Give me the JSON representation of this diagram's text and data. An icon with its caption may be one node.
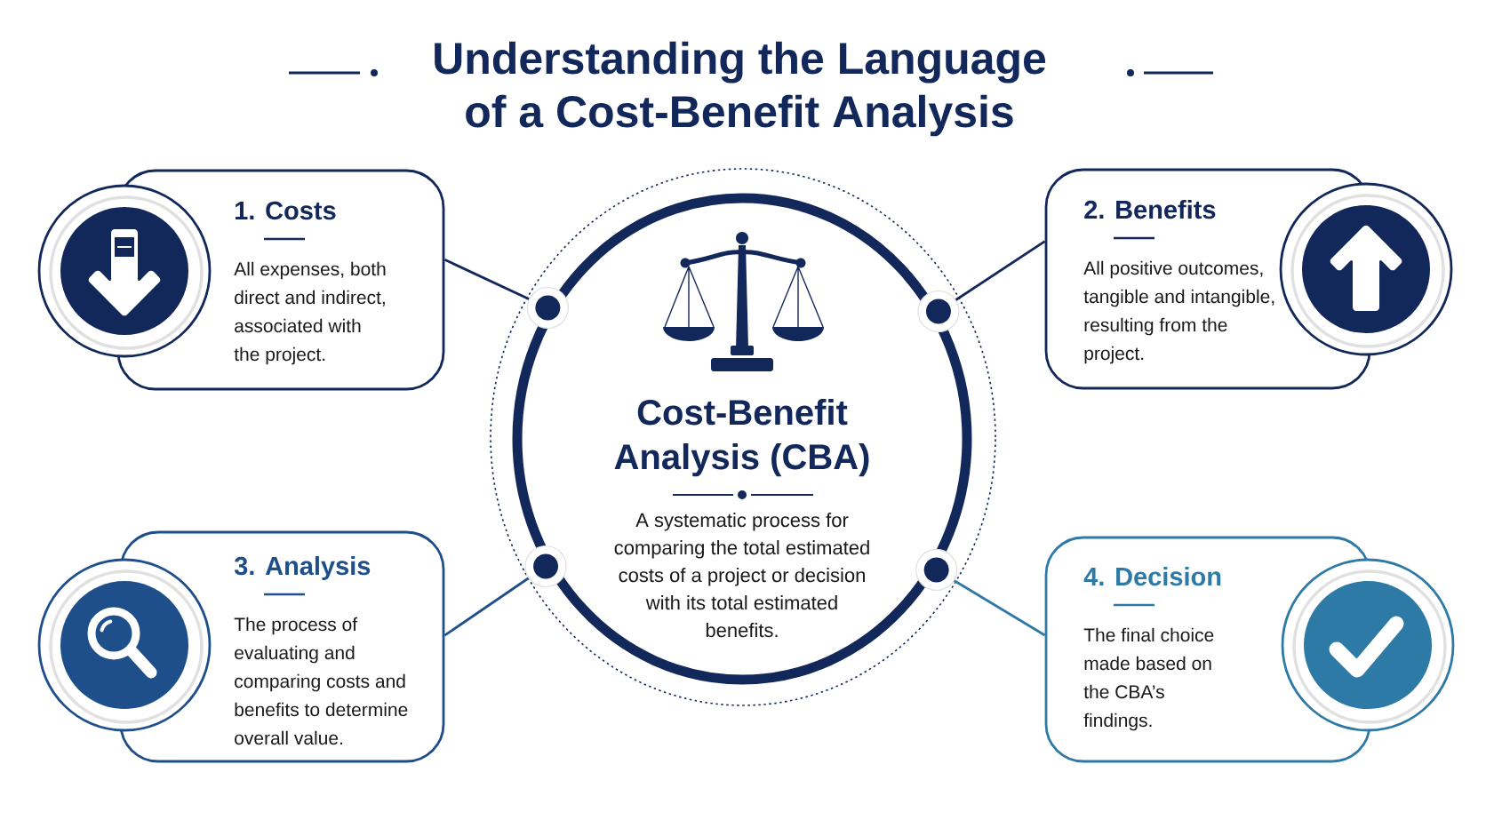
{
  "diagram": {
    "title": "Understanding the Language of a Cost-Benefit Analysis",
    "nodes": [
      {
        "text": [
          "1. Costs",
          "All expenses, both direct and indirect, associated with the project."
        ]
      },
      {
        "text": [
          "2. Benefits",
          "All positive outcomes, tangible and intangible, resulting from the project."
        ]
      },
      {
        "text": [
          "Cost-Benefit Analysis (CBA)",
          "A systematic process for comparing the total estimated costs of a project or decision with its total estimated benefits."
        ]
      },
      {
        "text": [
          "3. Analysis",
          "The process of evaluating and comparing costs and benefits to determine overall value."
        ]
      },
      {
        "text": [
          "4. Decision",
          "The final choice made based on the CBA’s findings."
        ]
      }
    ],
    "edges": [
      {
        "from": 0,
        "to": 2,
        "arrow": "other"
      },
      {
        "from": 1,
        "to": 2,
        "arrow": "other"
      },
      {
        "from": 3,
        "to": 2,
        "arrow": "other",
        "color": "#1f4f8b"
      },
      {
        "from": 4,
        "to": 2,
        "arrow": "other",
        "color": "#2e7aa6"
      }
    ]
  }
}
